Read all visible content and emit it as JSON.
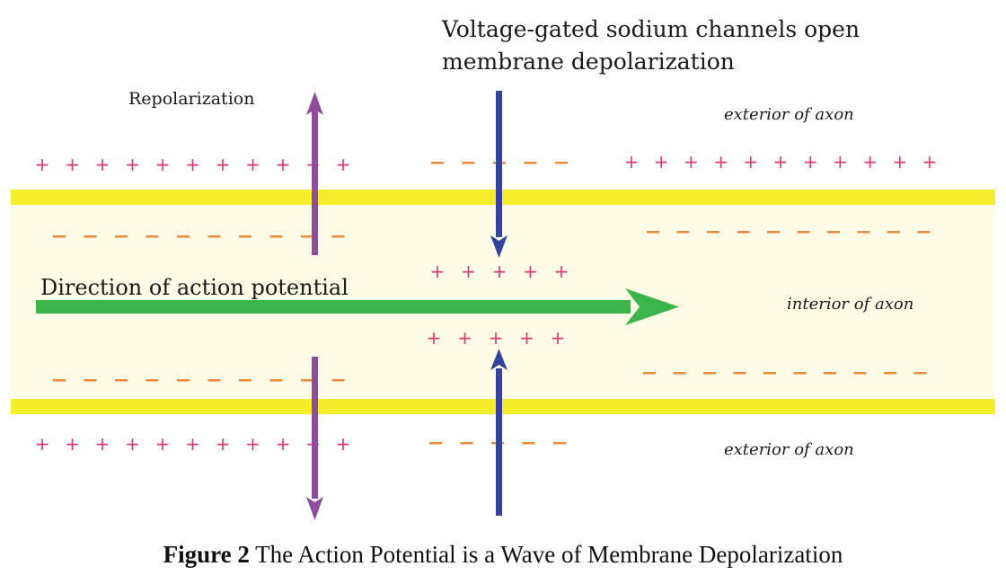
{
  "labels": {
    "top_line1": "Voltage-gated sodium channels open",
    "top_line2": "membrane depolarization",
    "repolarization": "Repolarization",
    "exterior_top": "exterior of axon",
    "interior": "interior of axon",
    "exterior_bottom": "exterior of axon",
    "direction": "Direction of action potential"
  },
  "caption": {
    "bold": "Figure 2",
    "text": " The Action Potential is a Wave of Membrane Depolarization"
  },
  "charges": {
    "plus_symbol": "+",
    "minus_symbol": "–"
  },
  "colors": {
    "membrane": "#f5ec2a",
    "interior": "#fefbe6",
    "plus": "#d63a72",
    "minus": "#ec8a3c",
    "repolarization_arrow": "#8e4c9c",
    "depolarization_arrow": "#33449a",
    "direction_arrow": "#3bb44a"
  }
}
